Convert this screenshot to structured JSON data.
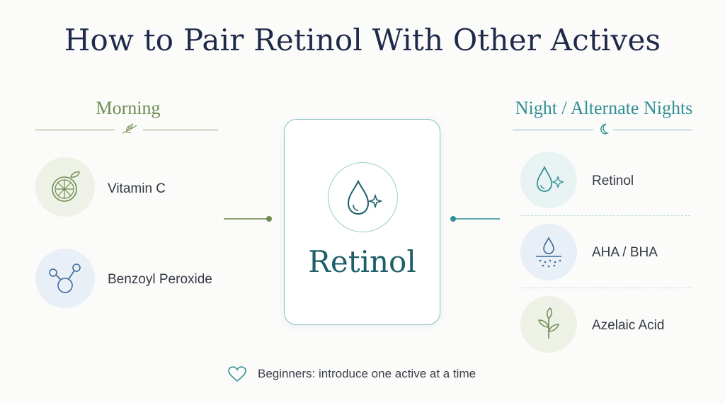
{
  "title": "How to Pair Retinol With Other Actives",
  "morning": {
    "heading": "Morning",
    "accent": "#6f8c52",
    "items": [
      {
        "label": "Vitamin C",
        "icon": "citrus-slice-icon"
      },
      {
        "label": "Benzoyl Peroxide",
        "icon": "molecule-icon"
      }
    ]
  },
  "center": {
    "label": "Retinol",
    "icon": "droplet-sparkle-icon",
    "accent": "#1e5f68"
  },
  "night": {
    "heading": "Night / Alternate Nights",
    "accent": "#2f8f95",
    "items": [
      {
        "label": "Retinol",
        "icon": "droplet-sparkle-icon"
      },
      {
        "label": "AHA / BHA",
        "icon": "exfoliant-drop-icon"
      },
      {
        "label": "Azelaic Acid",
        "icon": "leaf-sprout-icon"
      }
    ]
  },
  "footer": {
    "text": "Beginners: introduce one active at a time",
    "icon": "heart-icon"
  }
}
